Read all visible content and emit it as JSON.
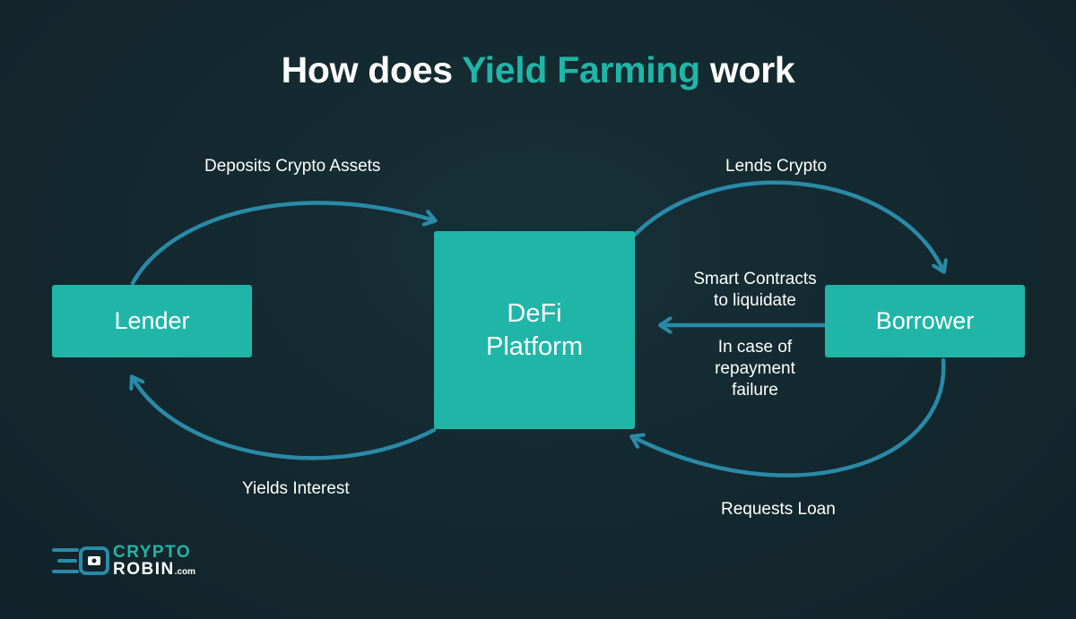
{
  "title": {
    "prefix": "How does ",
    "highlight": "Yield Farming",
    "suffix": " work"
  },
  "nodes": {
    "lender": "Lender",
    "platform_line1": "DeFi",
    "platform_line2": "Platform",
    "borrower": "Borrower"
  },
  "edges": {
    "deposits": "Deposits Crypto Assets",
    "lends": "Lends Crypto",
    "yields": "Yields Interest",
    "requests": "Requests Loan",
    "smart_line1": "Smart Contracts",
    "smart_line2": "to liquidate",
    "failure_line1": "In case of",
    "failure_line2": "repayment",
    "failure_line3": "failure"
  },
  "logo": {
    "line1": "CRYPTO",
    "line2": "ROBIN",
    "domain": ".com"
  },
  "colors": {
    "background": "#14292f",
    "accent": "#1fb6a8",
    "text": "#ffffff"
  }
}
